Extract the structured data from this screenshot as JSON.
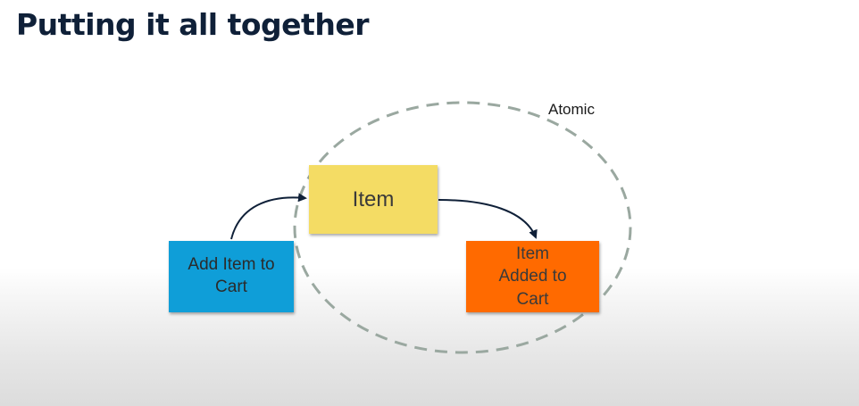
{
  "slide": {
    "title": "Putting it all together"
  },
  "diagram": {
    "scope_label": "Atomic",
    "nodes": [
      {
        "id": "command",
        "label": "Add Item to\nCart",
        "color": "#0f9ed8"
      },
      {
        "id": "aggregate",
        "label": "Item",
        "color": "#f4dc64"
      },
      {
        "id": "event",
        "label": "Item\nAdded to\nCart",
        "color": "#ff6a00"
      }
    ],
    "edges": [
      {
        "from": "command",
        "to": "aggregate"
      },
      {
        "from": "aggregate",
        "to": "event"
      }
    ],
    "scope_style": "dashed-ellipse",
    "scope_color": "#9aa8a0",
    "arrow_color": "#0f2038"
  }
}
